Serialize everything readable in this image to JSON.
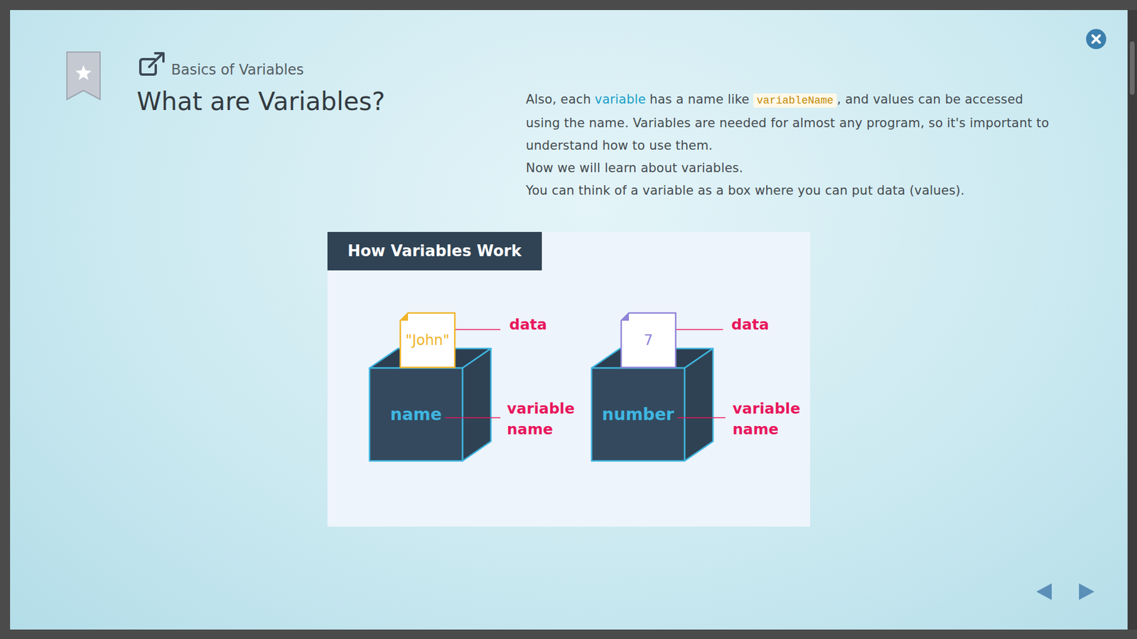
{
  "diagram": {
    "title": "What are Variables?",
    "nodes": [
      {
        "text": [
          "How Variables Work"
        ]
      },
      {
        "text": [
          "\"John\""
        ],
        "in": 0
      },
      {
        "text": [
          "name"
        ],
        "in": 0
      },
      {
        "text": [
          "7"
        ],
        "in": 0
      },
      {
        "text": [
          "number"
        ],
        "in": 0
      }
    ],
    "labels": [
      "Basics of Variables",
      "Now we will learn about variables.",
      "You can think of a variable as a box where you can put data (values).",
      "Also, each",
      "variable",
      "has a name like",
      "variableName",
      ", and values can be accessed using the name. Variables are needed for almost any program, so it's important to understand how to use them.",
      "data",
      "variable name",
      "data",
      "variable name"
    ]
  }
}
